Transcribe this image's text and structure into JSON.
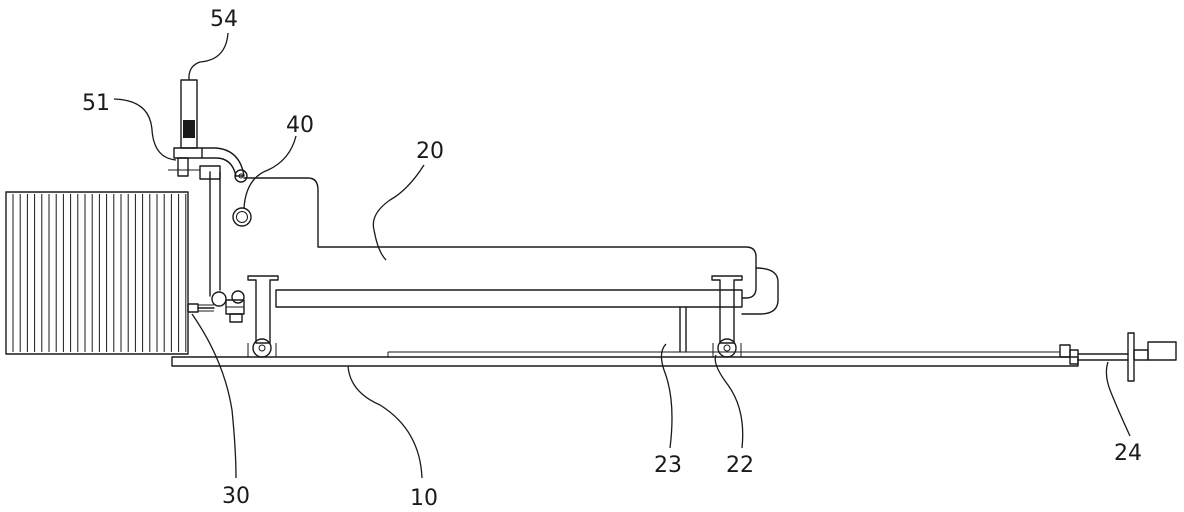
{
  "labels": {
    "base_plate": "10",
    "rail_beam": "20",
    "roller_wheel": "22",
    "support_post": "23",
    "adjust_screw": "24",
    "valve_assembly": "30",
    "gauge": "40",
    "hanger_bracket": "51",
    "handle_rod": "54"
  }
}
